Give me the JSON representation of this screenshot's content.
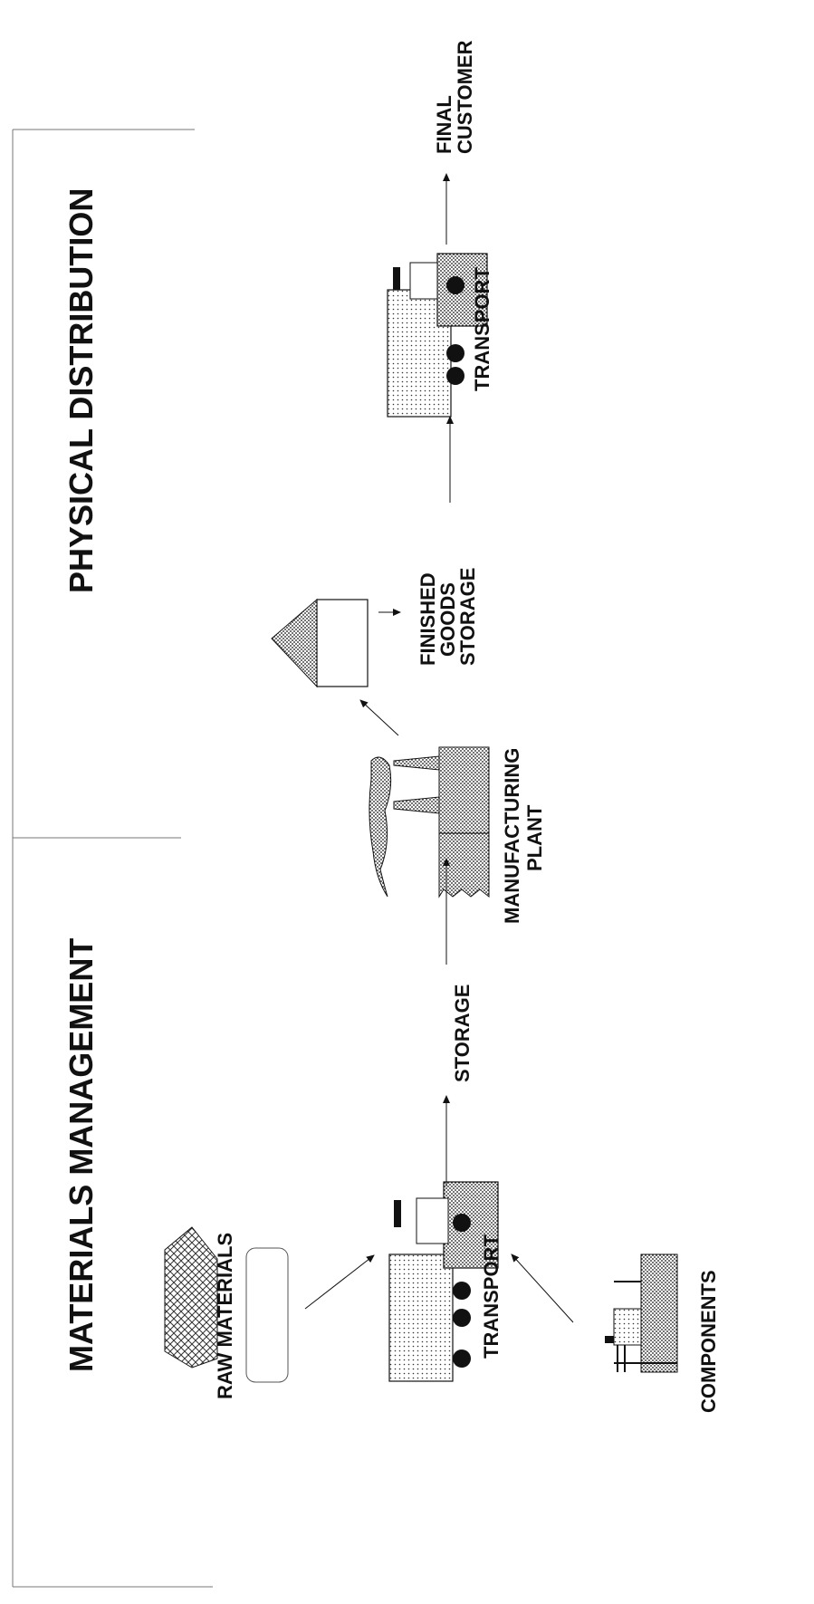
{
  "sections": {
    "materials_management": "MATERIALS MANAGEMENT",
    "physical_distribution": "PHYSICAL DISTRIBUTION"
  },
  "nodes": {
    "raw_materials": "RAW MATERIALS",
    "components": "COMPONENTS",
    "transport_1": "TRANSPORT",
    "storage": "STORAGE",
    "manufacturing_plant": [
      "MANUFACTURING",
      "PLANT"
    ],
    "finished_goods_storage": [
      "FINISHED",
      "GOODS",
      "STORAGE"
    ],
    "transport_2": "TRANSPORT",
    "final_customer": [
      "FINAL",
      "CUSTOMER"
    ]
  },
  "colors": {
    "ink": "#111111",
    "stipple": "#8a8a8a",
    "frame": "#777777"
  },
  "icons": {
    "raw_materials": "raw-materials-pile-icon",
    "components": "components-machinery-icon",
    "transport": "truck-icon",
    "manufacturing_plant": "factory-icon",
    "finished_goods_storage": "warehouse-icon"
  }
}
